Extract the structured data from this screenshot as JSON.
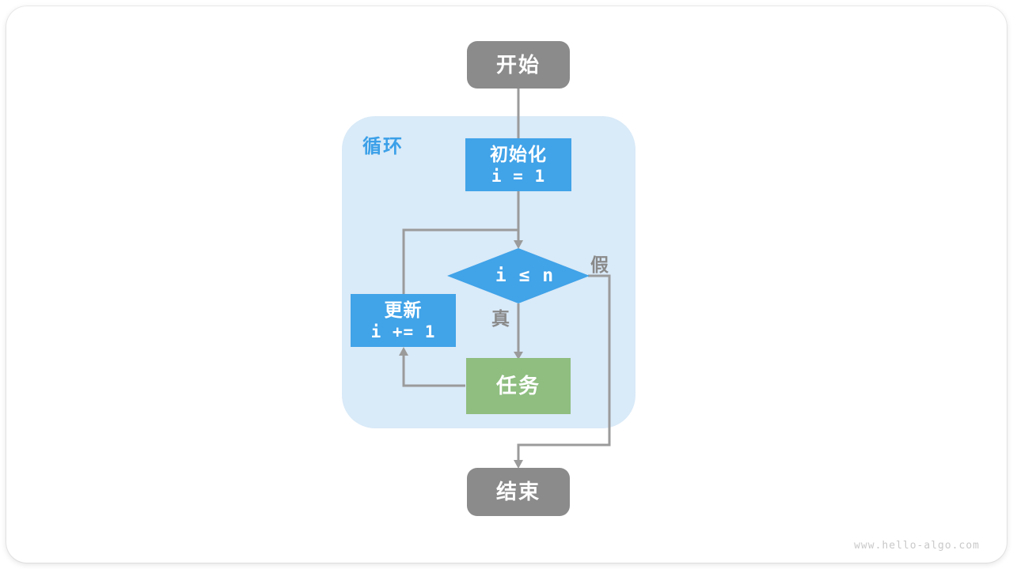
{
  "loop_label": "循环",
  "nodes": {
    "start": {
      "label": "开始"
    },
    "init": {
      "label": "初始化",
      "code": "i = 1"
    },
    "condition": {
      "code": "i ≤ n"
    },
    "update": {
      "label": "更新",
      "code": "i += 1"
    },
    "task": {
      "label": "任务"
    },
    "end": {
      "label": "结束"
    }
  },
  "edge_labels": {
    "true": "真",
    "false": "假"
  },
  "watermark": "www.hello-algo.com",
  "colors": {
    "node-gray": "#8b8b8b",
    "node-blue": "#41a3e8",
    "node-green": "#8fbe80",
    "loop-bg": "#d9eaf8",
    "loop-label": "#3ba0e8",
    "edge": "#9b9b9b",
    "edge-label": "#8a8a8a",
    "watermark": "#c9c9c9",
    "text": "#ffffff"
  }
}
